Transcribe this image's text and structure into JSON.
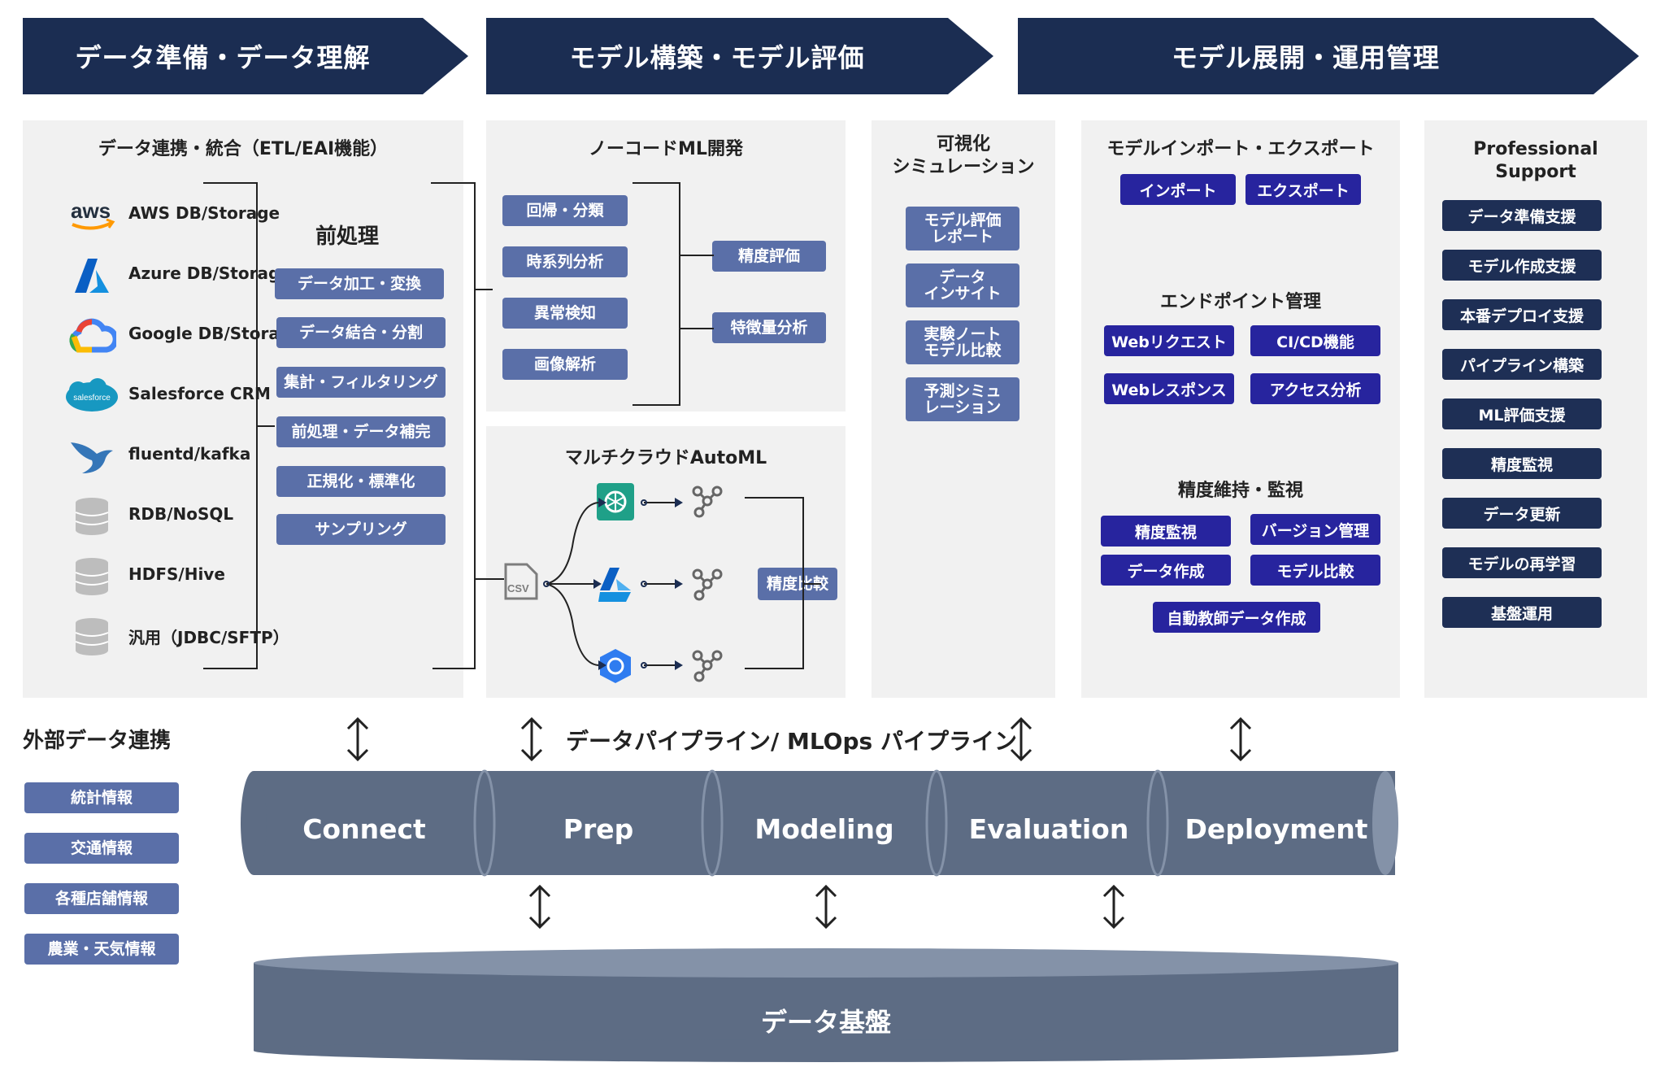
{
  "phases": [
    {
      "label": "データ準備・データ理解"
    },
    {
      "label": "モデル構築・モデル評価"
    },
    {
      "label": "モデル展開・運用管理"
    }
  ],
  "data_integration": {
    "title": "データ連携・統合（ETL/EAI機能）",
    "sources": [
      {
        "label": "AWS DB/Storage",
        "icon": "aws-logo-icon"
      },
      {
        "label": "Azure DB/Storage",
        "icon": "azure-logo-icon"
      },
      {
        "label": "Google DB/Storage",
        "icon": "google-cloud-logo-icon"
      },
      {
        "label": "Salesforce CRM",
        "icon": "salesforce-logo-icon"
      },
      {
        "label": "fluentd/kafka",
        "icon": "bird-logo-icon"
      },
      {
        "label": "RDB/NoSQL",
        "icon": "database-icon"
      },
      {
        "label": "HDFS/Hive",
        "icon": "database-icon"
      },
      {
        "label": "汎用（JDBC/SFTP）",
        "icon": "database-icon"
      }
    ],
    "preprocess_title": "前処理",
    "preprocess_items": [
      "データ加工・変換",
      "データ結合・分割",
      "集計・フィルタリング",
      "前処理・データ補完",
      "正規化・標準化",
      "サンプリング"
    ],
    "aws_logo_text": "aws",
    "salesforce_logo_text": "salesforce"
  },
  "nocode_ml": {
    "title": "ノーコードML開発",
    "items": [
      "回帰・分類",
      "時系列分析",
      "異常検知",
      "画像解析"
    ],
    "eval_items": [
      "精度評価",
      "特徴量分析"
    ]
  },
  "automl": {
    "title": "マルチクラウドAutoML",
    "csv_label": "CSV",
    "compare_label": "精度比較"
  },
  "visualization": {
    "title": "可視化\nシミュレーション",
    "items": [
      "モデル評価\nレポート",
      "データ\nインサイト",
      "実験ノート\nモデル比較",
      "予測シミュ\nレーション"
    ]
  },
  "deployment": {
    "import_export_title": "モデルインポート・エクスポート",
    "import_export_items": [
      "インポート",
      "エクスポート"
    ],
    "endpoint_title": "エンドポイント管理",
    "endpoint_items": [
      "Webリクエスト",
      "CI/CD機能",
      "Webレスポンス",
      "アクセス分析"
    ],
    "monitor_title": "精度維持・監視",
    "monitor_items": [
      "精度監視",
      "バージョン管理",
      "データ作成",
      "モデル比較",
      "自動教師データ作成"
    ]
  },
  "support": {
    "title": "Professional\nSupport",
    "items": [
      "データ準備支援",
      "モデル作成支援",
      "本番デプロイ支援",
      "パイプライン構築",
      "ML評価支援",
      "精度監視",
      "データ更新",
      "モデルの再学習",
      "基盤運用"
    ]
  },
  "external": {
    "title": "外部データ連携",
    "items": [
      "統計情報",
      "交通情報",
      "各種店舗情報",
      "農業・天気情報"
    ]
  },
  "pipeline": {
    "title": "データパイプライン/ MLOps パイプライン",
    "stages": [
      "Connect",
      "Prep",
      "Modeling",
      "Evaluation",
      "Deployment"
    ]
  },
  "base": {
    "label": "データ基盤"
  },
  "colors": {
    "navy": "#1b2d52",
    "mid_blue": "#5a6fa8",
    "royal": "#27249e",
    "panel": "#f1f1f1",
    "pipe": "#5d6c84"
  }
}
